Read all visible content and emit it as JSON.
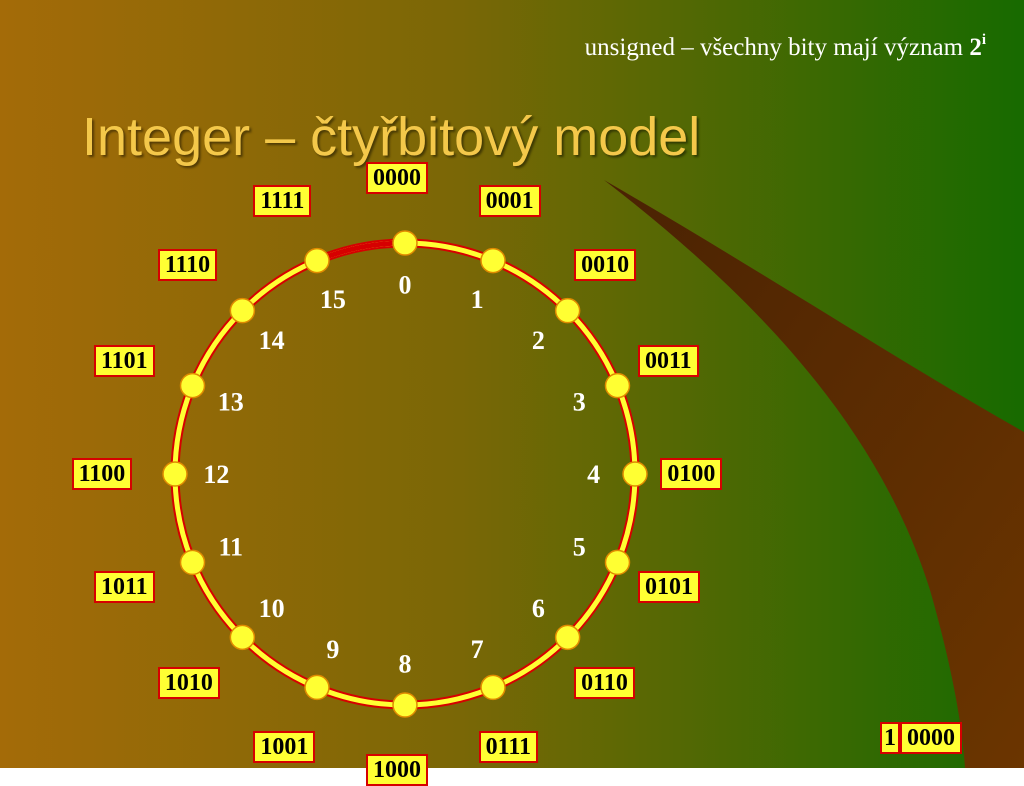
{
  "subtitle": {
    "text": "unsigned – všechny bity mají význam ",
    "emph": "2",
    "sup": "i"
  },
  "title": "Integer – čtyřbitový model",
  "colors": {
    "ring": "#ffff33",
    "ring_outline": "#d60000",
    "title": "#f4c84a"
  },
  "wheel": [
    {
      "value": "0",
      "bits": "0000"
    },
    {
      "value": "1",
      "bits": "0001"
    },
    {
      "value": "2",
      "bits": "0010"
    },
    {
      "value": "3",
      "bits": "0011"
    },
    {
      "value": "4",
      "bits": "0100"
    },
    {
      "value": "5",
      "bits": "0101"
    },
    {
      "value": "6",
      "bits": "0110"
    },
    {
      "value": "7",
      "bits": "0111"
    },
    {
      "value": "8",
      "bits": "1000"
    },
    {
      "value": "9",
      "bits": "1001"
    },
    {
      "value": "10",
      "bits": "1010"
    },
    {
      "value": "11",
      "bits": "1011"
    },
    {
      "value": "12",
      "bits": "1100"
    },
    {
      "value": "13",
      "bits": "1101"
    },
    {
      "value": "14",
      "bits": "1110"
    },
    {
      "value": "15",
      "bits": "1111"
    }
  ],
  "overflow": {
    "carry": "1",
    "bits": "0000"
  }
}
